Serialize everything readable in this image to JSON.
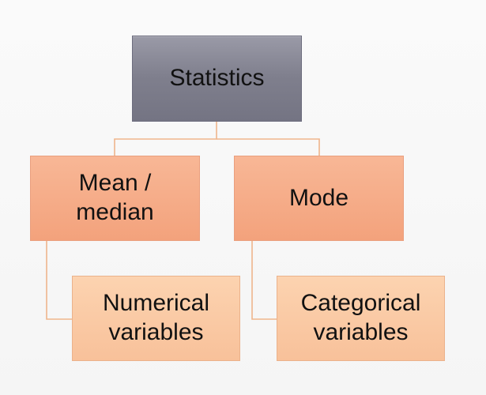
{
  "diagram": {
    "root": {
      "label": "Statistics"
    },
    "branches": [
      {
        "label": "Mean /\nmedian",
        "child": {
          "label": "Numerical\nvariables"
        }
      },
      {
        "label": "Mode",
        "child": {
          "label": "Categorical\nvariables"
        }
      }
    ]
  },
  "colors": {
    "root_fill": "#7f7f8d",
    "level1_fill": "#f3a27c",
    "level2_fill": "#f8c19a",
    "connector": "#efb58c",
    "text": "#111111"
  }
}
